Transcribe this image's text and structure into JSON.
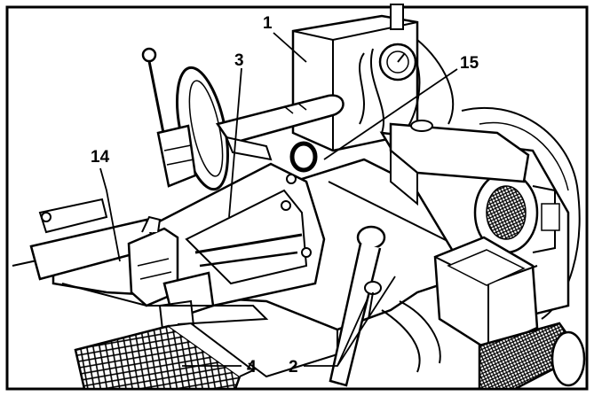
{
  "figure": {
    "callouts": [
      {
        "id": "c1",
        "label": "1"
      },
      {
        "id": "c3",
        "label": "3"
      },
      {
        "id": "c15",
        "label": "15"
      },
      {
        "id": "c14",
        "label": "14"
      },
      {
        "id": "c4",
        "label": "4"
      },
      {
        "id": "c2",
        "label": "2"
      }
    ]
  }
}
